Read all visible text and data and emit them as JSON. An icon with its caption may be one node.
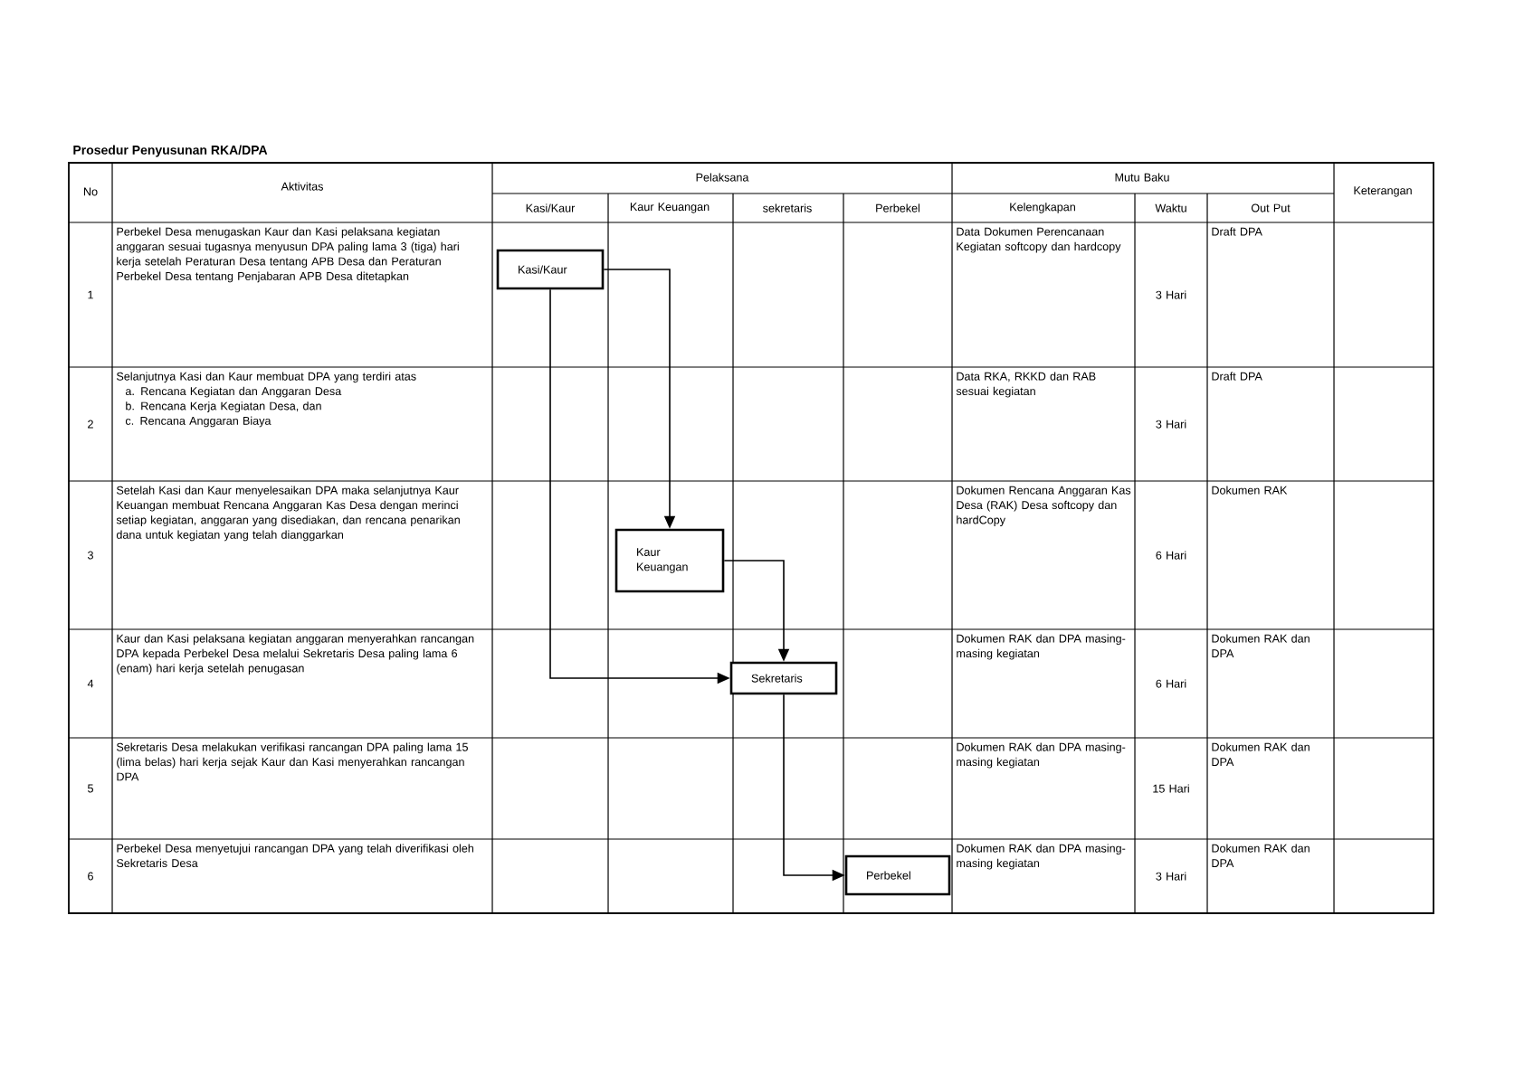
{
  "diagram": {
    "title": "Prosedur Penyusunan RKA/DPA",
    "nodes": [
      {
        "text": [
          "Kasi/Kaur"
        ]
      },
      {
        "text": [
          "Kaur Keuangan"
        ]
      },
      {
        "text": [
          "Sekretaris"
        ]
      },
      {
        "text": [
          "Perbekel"
        ]
      }
    ],
    "edges": [
      {
        "from": 0,
        "to": 1,
        "arrow": "to"
      },
      {
        "from": 0,
        "to": 2,
        "arrow": "to"
      },
      {
        "from": 1,
        "to": 2,
        "arrow": "to"
      },
      {
        "from": 2,
        "to": 3,
        "arrow": "to"
      }
    ],
    "labels": [
      "No",
      "Aktivitas",
      "Pelaksana",
      "Mutu Baku",
      "Keterangan",
      "Kasi/Kaur",
      "Kaur Keuangan",
      "sekretaris",
      "Perbekel",
      "Kelengkapan",
      "Waktu",
      "Out Put",
      "1",
      "Perbekel Desa menugaskan Kaur dan Kasi pelaksana kegiatan anggaran sesuai tugasnya menyusun DPA paling lama 3 (tiga) hari kerja setelah Peraturan Desa tentang APB Desa dan Peraturan Perbekel Desa tentang Penjabaran APB Desa ditetapkan",
      "Data Dokumen Perencanaan Kegiatan softcopy dan hardcopy",
      "3 Hari",
      "Draft DPA",
      "2",
      "Selanjutnya Kasi dan Kaur membuat DPA yang terdiri atas",
      "a. Rencana Kegiatan dan Anggaran Desa",
      "b. Rencana Kerja Kegiatan Desa, dan",
      "c. Rencana Anggaran Biaya",
      "Data RKA, RKKD dan RAB sesuai kegiatan",
      "3 Hari",
      "Draft DPA",
      "3",
      "Setelah Kasi dan Kaur menyelesaikan DPA maka selanjutnya Kaur Keuangan membuat Rencana Anggaran Kas Desa dengan merinci setiap kegiatan, anggaran yang disediakan, dan rencana penarikan dana untuk kegiatan yang telah dianggarkan",
      "Dokumen Rencana Anggaran Kas Desa (RAK) Desa softcopy dan hardCopy",
      "6 Hari",
      "Dokumen RAK",
      "4",
      "Kaur dan Kasi pelaksana kegiatan anggaran menyerahkan rancangan DPA kepada Perbekel Desa melalui Sekretaris Desa paling lama 6 (enam) hari kerja setelah penugasan",
      "Dokumen RAK dan DPA masing-masing kegiatan",
      "6 Hari",
      "Dokumen RAK dan DPA",
      "5",
      "Sekretaris Desa melakukan verifikasi rancangan DPA paling lama 15 (lima belas) hari kerja sejak Kaur dan Kasi menyerahkan rancangan DPA",
      "Dokumen RAK dan DPA masing-masing kegiatan",
      "15 Hari",
      "Dokumen RAK dan DPA",
      "6",
      "Perbekel Desa menyetujui rancangan DPA yang telah diverifikasi oleh Sekretaris Desa",
      "Dokumen RAK dan DPA masing-masing kegiatan",
      "3 Hari",
      "Dokumen RAK dan DPA"
    ]
  }
}
